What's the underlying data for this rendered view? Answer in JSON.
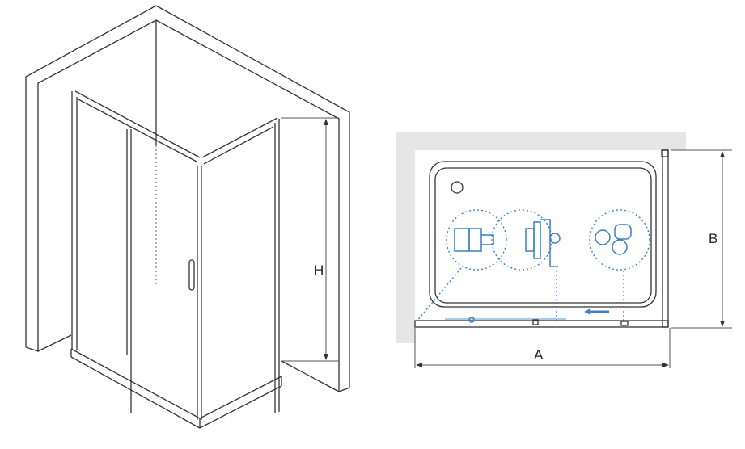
{
  "iso_view": {
    "height_label": "H"
  },
  "plan_view": {
    "width_label": "A",
    "depth_label": "B"
  },
  "colors": {
    "line": "#333333",
    "accent": "#3d7fc4",
    "wall": "#e6e6e6"
  }
}
